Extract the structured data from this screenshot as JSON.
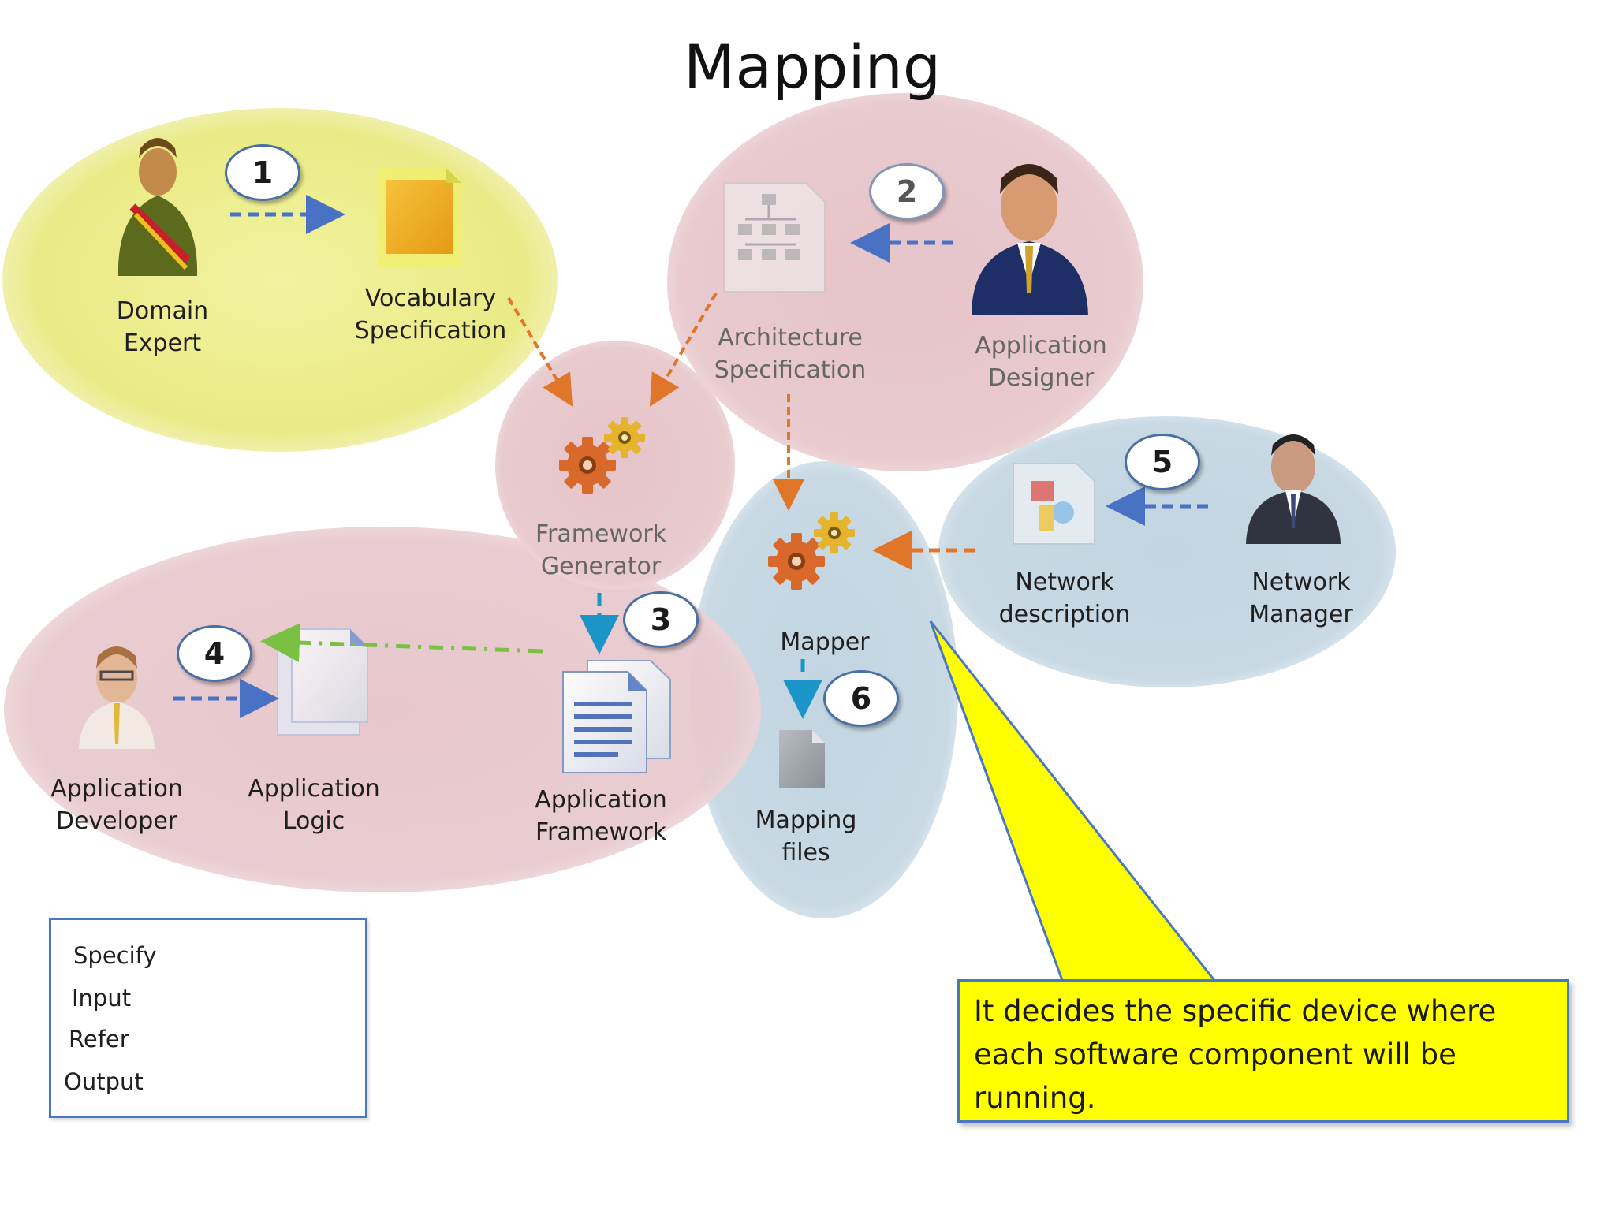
{
  "title": "Mapping",
  "nodes": {
    "domain_expert": "Domain\nExpert",
    "vocabulary_specification": "Vocabulary\nSpecification",
    "architecture_specification": "Architecture\nSpecification",
    "application_designer": "Application\nDesigner",
    "framework_generator": "Framework\nGenerator",
    "network_description": "Network\ndescription",
    "network_manager": "Network\nManager",
    "mapper": "Mapper",
    "application_developer": "Application\nDeveloper",
    "application_logic": "Application\nLogic",
    "application_framework": "Application\nFramework",
    "mapping_files": "Mapping\nfiles"
  },
  "steps": [
    "1",
    "2",
    "3",
    "4",
    "5",
    "6"
  ],
  "legend": {
    "specify": "Specify",
    "input": "Input",
    "refer": "Refer",
    "output": "Output"
  },
  "callout": "It decides the specific device where each software component will be running.",
  "colors": {
    "specify": "#4a72c4",
    "input": "#e0762a",
    "refer": "#7ac143",
    "output": "#1b95c8",
    "region_yellow": "#eeee90",
    "region_pink": "#e8c8cc",
    "region_blue": "#c5d7e2",
    "callout_fill": "#ffff00"
  },
  "icons": [
    "person-icon",
    "document-icon",
    "org-chart-icon",
    "gears-icon",
    "network-icon",
    "files-icon"
  ]
}
